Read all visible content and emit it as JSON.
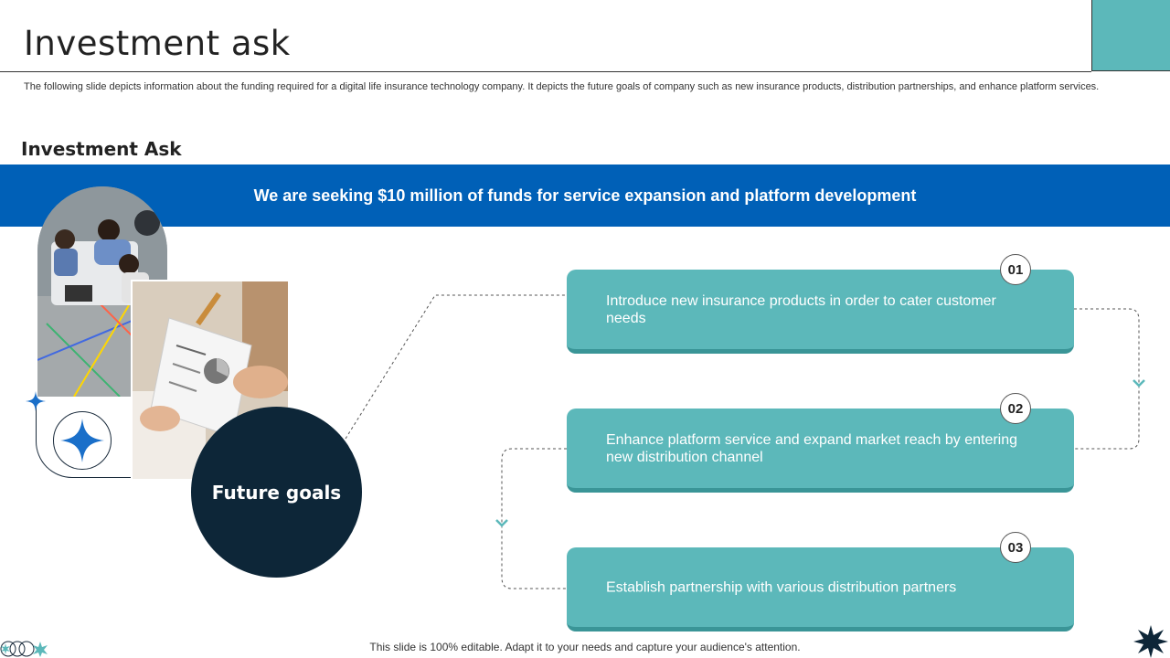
{
  "title": "Investment ask",
  "description": "The following slide depicts information about the funding required for a digital life insurance technology company. It depicts the future goals of company such as new insurance products, distribution partnerships, and enhance platform services.",
  "section_title": "Investment Ask",
  "banner": "We are seeking $10 million of funds for service expansion and platform development",
  "future_goals": "Future goals",
  "goals": [
    {
      "number": "01",
      "text": "Introduce  new insurance products in order to cater customer needs"
    },
    {
      "number": "02",
      "text": "Enhance platform service and expand market reach by entering new distribution channel"
    },
    {
      "number": "03",
      "text": "Establish partnership with various distribution partners"
    }
  ],
  "footer": "This slide is 100% editable. Adapt it to your needs and capture your audience's attention.",
  "colors": {
    "teal": "#5cb8ba",
    "blue_banner": "#0060b7",
    "navy": "#0d2638",
    "star_blue": "#1a6fc9"
  },
  "icons": [
    "star-icon",
    "sparkle-icon",
    "starburst-icon"
  ]
}
